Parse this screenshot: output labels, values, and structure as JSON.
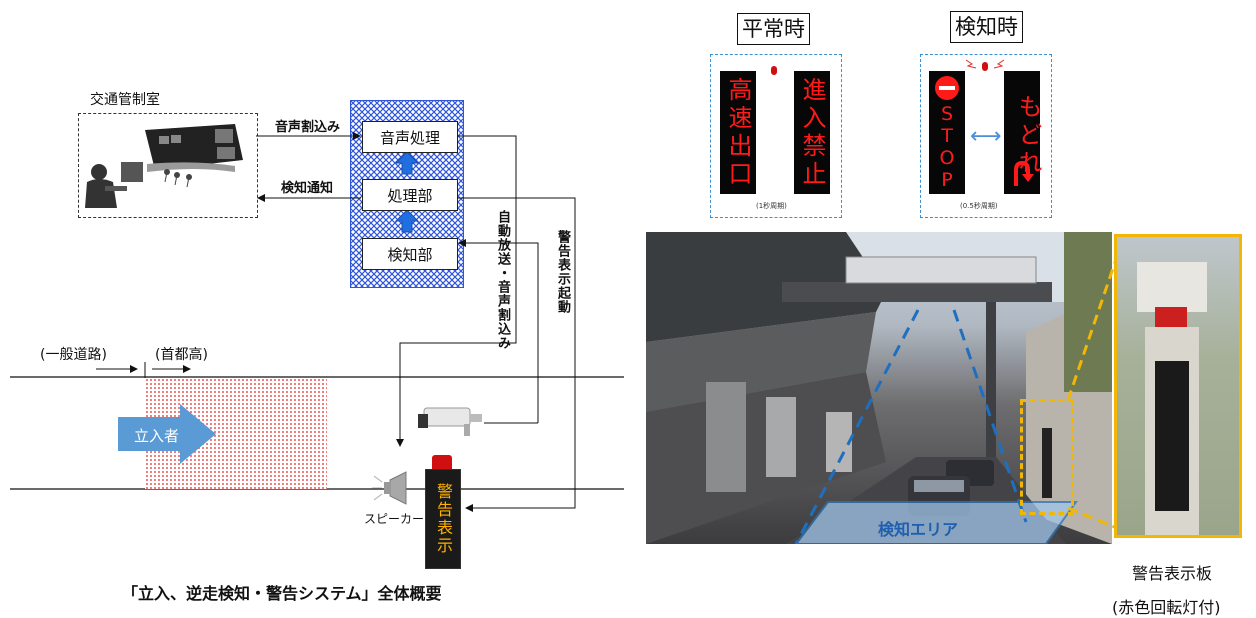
{
  "diagram": {
    "control_room_label": "交通管制室",
    "boxes": {
      "audio": "音声処理",
      "processing": "処理部",
      "detection": "検知部"
    },
    "arrow_labels": {
      "audio_interrupt": "音声割込み",
      "detection_notice": "検知通知",
      "auto_broadcast": "自動放送・音声割込み",
      "warning_start": "警告表示起動"
    },
    "road": {
      "general_road": "(一般道路)",
      "expressway": "(首都高)",
      "intruder": "立入者"
    },
    "speaker_label": "スピーカー",
    "warning_display_text": "警告表示",
    "caption": "「立入、逆走検知・警告システム」全体概要"
  },
  "signs": {
    "normal": {
      "title": "平常時",
      "left_text": "高速出口",
      "right_text": "進入禁止",
      "period": "(1秒周期)"
    },
    "detected": {
      "title": "検知時",
      "left_text": "STOP",
      "right_text": "もどれ",
      "period": "(0.5秒周期)"
    }
  },
  "photo": {
    "area_label": "検知エリア"
  },
  "closeup": {
    "label_line1": "警告表示板",
    "label_line2": "(赤色回転灯付)"
  },
  "colors": {
    "blue_accent": "#2e75b6",
    "arrow_blue": "#1f6fe0",
    "led_red": "#ff1a1a",
    "warning_orange": "#ffb000",
    "highlight_yellow": "#f2b705"
  }
}
